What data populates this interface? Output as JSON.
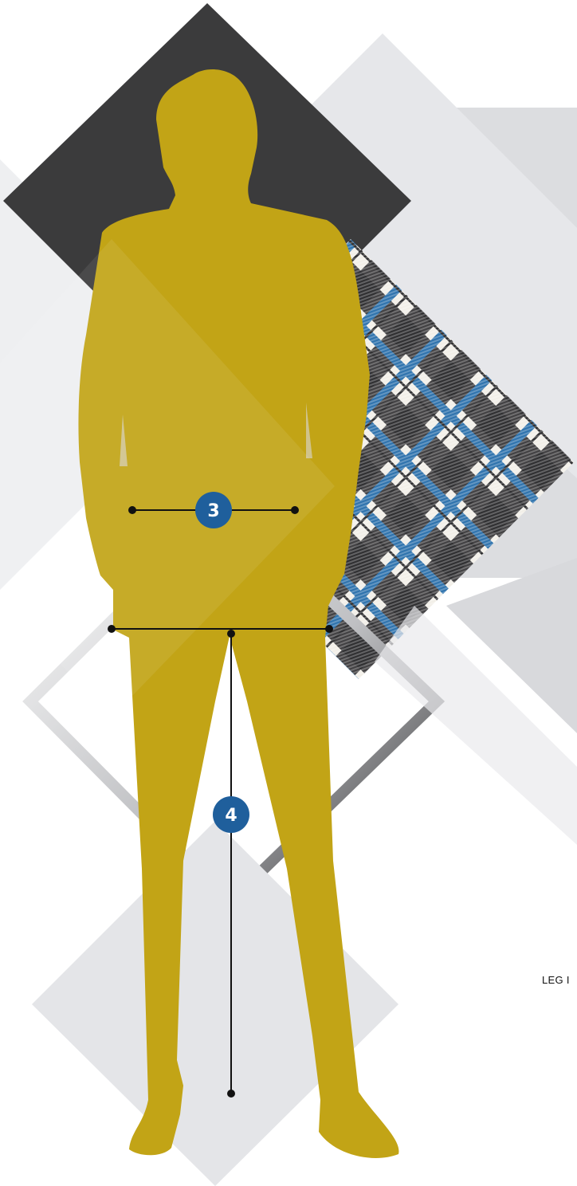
{
  "colors": {
    "silhouette": "#c2a416",
    "marker_fill": "#1f5f9c",
    "line": "#111111",
    "dark_diamond": "#3b3b3c",
    "light_diamond": "#e9eaec",
    "gray_panel": "#dcdde0",
    "plaid_blue": "#2f73ad",
    "plaid_dark": "#2e2e30",
    "plaid_light": "#f2efe8"
  },
  "markers": {
    "hip": {
      "number": "3"
    },
    "inseam": {
      "number": "4"
    }
  },
  "icons": {
    "person": "person-silhouette-icon",
    "pattern": "plaid-swatch-icon"
  },
  "side_label": "LEG I"
}
